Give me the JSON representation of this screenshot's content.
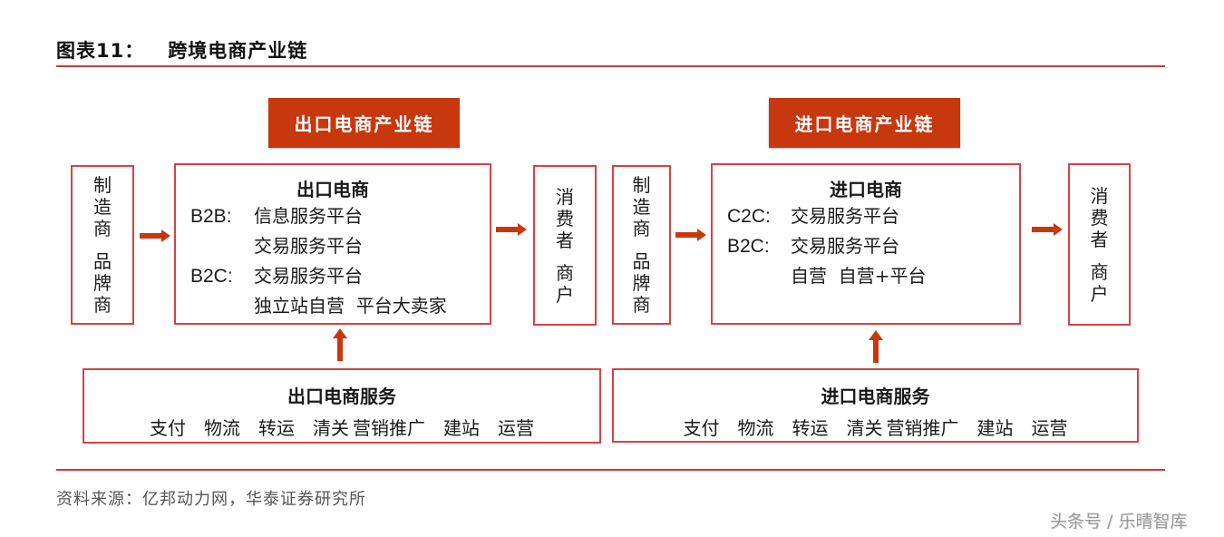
{
  "figure": {
    "label": "图表11：",
    "title": "跨境电商产业链",
    "accent_color": "#c7380f",
    "border_color": "#d24447"
  },
  "export_chain": {
    "header": "出口电商产业链",
    "supplier": {
      "lines": [
        "制造商",
        "品牌商"
      ]
    },
    "main": {
      "title": "出口电商",
      "rows": [
        {
          "label": "B2B:",
          "text": "信息服务平台"
        },
        {
          "label": "",
          "text": "交易服务平台"
        },
        {
          "label": "B2C:",
          "text": "交易服务平台"
        },
        {
          "label": "",
          "text": "独立站自营  平台大卖家"
        }
      ]
    },
    "consumer": {
      "lines": [
        "消费者",
        "商户"
      ]
    },
    "services": {
      "title": "出口电商服务",
      "items": [
        "支付",
        "物流",
        "转运",
        "清关",
        "营销推广",
        "建站",
        "运营"
      ]
    }
  },
  "import_chain": {
    "header": "进口电商产业链",
    "supplier": {
      "lines": [
        "制造商",
        "品牌商"
      ]
    },
    "main": {
      "title": "进口电商",
      "rows": [
        {
          "label": "C2C:",
          "text": "交易服务平台"
        },
        {
          "label": "B2C:",
          "text": "交易服务平台"
        },
        {
          "label": "",
          "text": "自营  自营+平台"
        }
      ]
    },
    "consumer": {
      "lines": [
        "消费者",
        "商户"
      ]
    },
    "services": {
      "title": "进口电商服务",
      "items": [
        "支付",
        "物流",
        "转运",
        "清关",
        "营销推广",
        "建站",
        "运营"
      ]
    }
  },
  "footer": {
    "source": "资料来源：亿邦动力网，华泰证券研究所",
    "watermark": "头条号 / 乐晴智库"
  }
}
